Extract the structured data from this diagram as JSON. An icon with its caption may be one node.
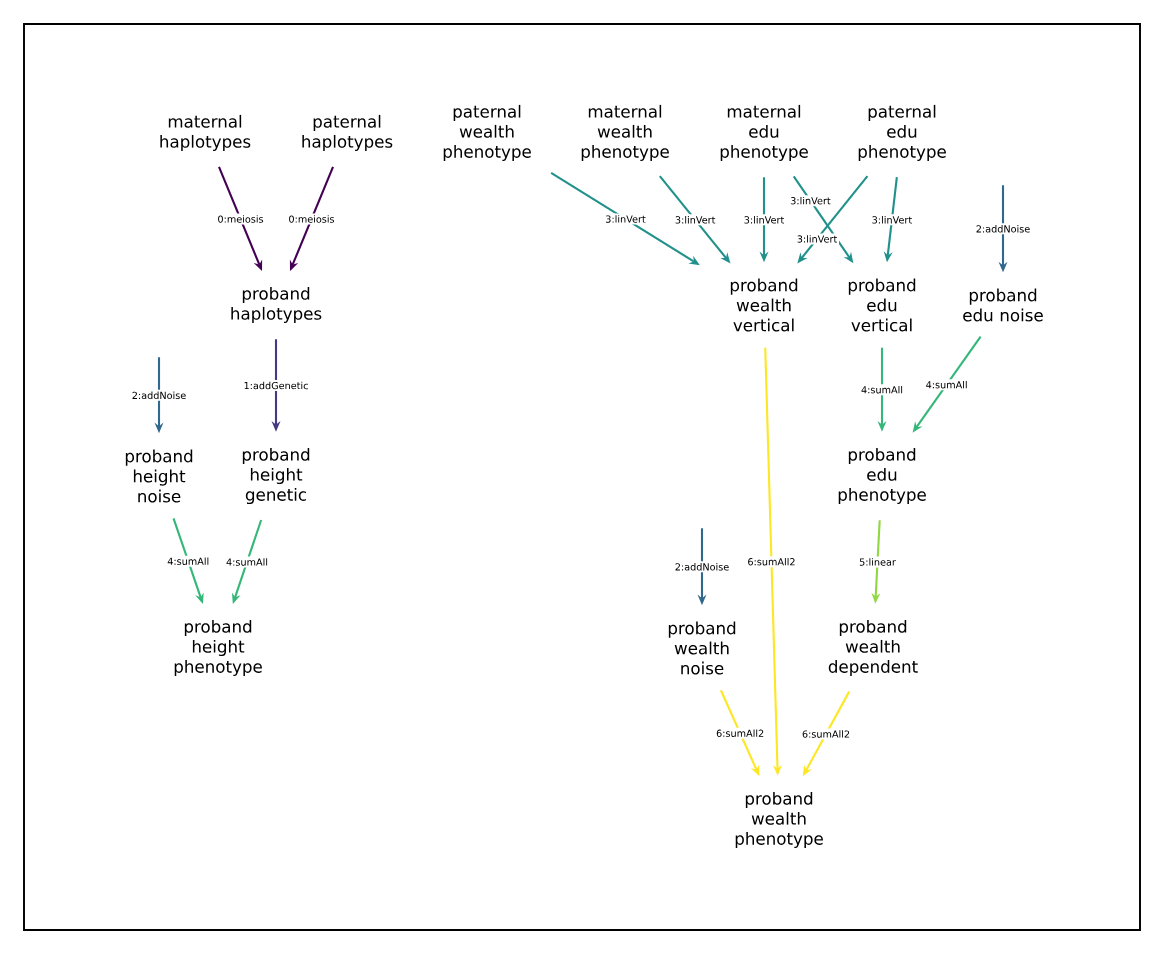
{
  "diagram": {
    "nodes": [
      {
        "text": [
          "maternal haplotypes"
        ]
      },
      {
        "text": [
          "paternal haplotypes"
        ]
      },
      {
        "text": [
          "paternal wealth phenotype"
        ]
      },
      {
        "text": [
          "maternal wealth phenotype"
        ]
      },
      {
        "text": [
          "maternal edu phenotype"
        ]
      },
      {
        "text": [
          "paternal edu phenotype"
        ]
      },
      {
        "text": [
          "proband haplotypes"
        ]
      },
      {
        "text": [
          "proband wealth vertical"
        ]
      },
      {
        "text": [
          "proband edu vertical"
        ]
      },
      {
        "text": [
          "proband edu noise"
        ]
      },
      {
        "text": [
          "proband height noise"
        ]
      },
      {
        "text": [
          "proband height genetic"
        ]
      },
      {
        "text": [
          "proband edu phenotype"
        ]
      },
      {
        "text": [
          "proband height phenotype"
        ]
      },
      {
        "text": [
          "proband wealth noise"
        ]
      },
      {
        "text": [
          "proband wealth dependent"
        ]
      },
      {
        "text": [
          "proband wealth phenotype"
        ]
      }
    ],
    "edges": [
      {
        "from": 0,
        "to": 6,
        "arrow": "to",
        "label": "0:meiosis",
        "color": "#440154"
      },
      {
        "from": 1,
        "to": 6,
        "arrow": "to",
        "label": "0:meiosis",
        "color": "#440154"
      },
      {
        "from": 2,
        "to": 7,
        "arrow": "to",
        "label": "3:linVert",
        "color": "#21918c"
      },
      {
        "from": 3,
        "to": 7,
        "arrow": "to",
        "label": "3:linVert",
        "color": "#21918c"
      },
      {
        "from": 4,
        "to": 7,
        "arrow": "to",
        "label": "3:linVert",
        "color": "#21918c"
      },
      {
        "from": 4,
        "to": 8,
        "arrow": "to",
        "label": "3:linVert",
        "color": "#21918c"
      },
      {
        "from": 5,
        "to": 7,
        "arrow": "to",
        "label": "3:linVert",
        "color": "#21918c"
      },
      {
        "from": 5,
        "to": 8,
        "arrow": "to",
        "label": "3:linVert",
        "color": "#21918c"
      },
      {
        "from": null,
        "to": 9,
        "arrow": "to",
        "label": "2:addNoise",
        "color": "#31688e"
      },
      {
        "from": null,
        "to": 10,
        "arrow": "to",
        "label": "2:addNoise",
        "color": "#31688e"
      },
      {
        "from": 6,
        "to": 11,
        "arrow": "to",
        "label": "1:addGenetic",
        "color": "#443983"
      },
      {
        "from": 8,
        "to": 12,
        "arrow": "to",
        "label": "4:sumAll",
        "color": "#35b779"
      },
      {
        "from": 9,
        "to": 12,
        "arrow": "to",
        "label": "4:sumAll",
        "color": "#35b779"
      },
      {
        "from": 10,
        "to": 13,
        "arrow": "to",
        "label": "4:sumAll",
        "color": "#35b779"
      },
      {
        "from": 11,
        "to": 13,
        "arrow": "to",
        "label": "4:sumAll",
        "color": "#35b779"
      },
      {
        "from": 7,
        "to": 16,
        "arrow": "to",
        "label": "6:sumAll2",
        "color": "#fde725"
      },
      {
        "from": null,
        "to": 14,
        "arrow": "to",
        "label": "2:addNoise",
        "color": "#31688e"
      },
      {
        "from": 12,
        "to": 15,
        "arrow": "to",
        "label": "5:linear",
        "color": "#90d743"
      },
      {
        "from": 14,
        "to": 16,
        "arrow": "to",
        "label": "6:sumAll2",
        "color": "#fde725"
      },
      {
        "from": 15,
        "to": 16,
        "arrow": "to",
        "label": "6:sumAll2",
        "color": "#fde725"
      }
    ]
  }
}
